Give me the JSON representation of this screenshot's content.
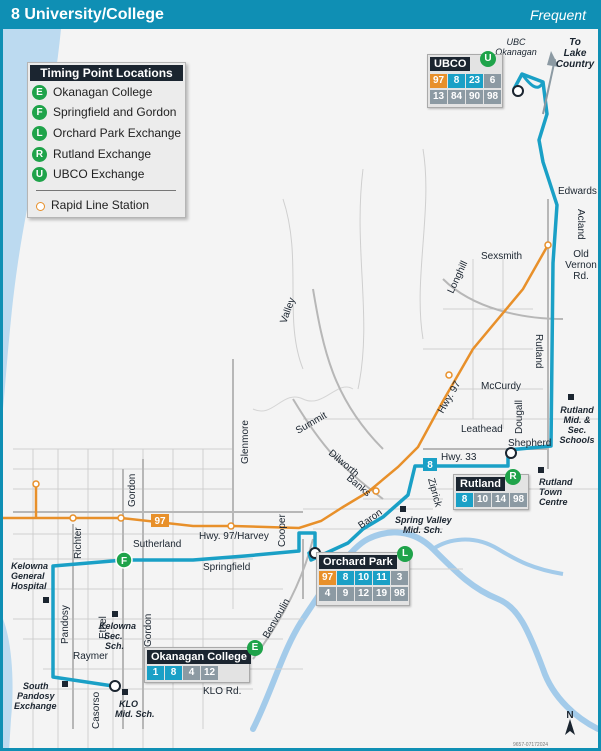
{
  "header": {
    "title": "8 University/College",
    "frequency": "Frequent"
  },
  "legend": {
    "title": "Timing Point Locations",
    "items": [
      {
        "code": "E",
        "label": "Okanagan College"
      },
      {
        "code": "F",
        "label": "Springfield and Gordon"
      },
      {
        "code": "L",
        "label": "Orchard Park Exchange"
      },
      {
        "code": "R",
        "label": "Rutland Exchange"
      },
      {
        "code": "U",
        "label": "UBCO Exchange"
      }
    ],
    "rapid_label": "Rapid Line Station"
  },
  "timing_points": {
    "ubco": {
      "name": "UBCO",
      "code": "U",
      "routes_row1": [
        "97",
        "8",
        "23",
        "6"
      ],
      "routes_row2": [
        "13",
        "84",
        "90",
        "98"
      ]
    },
    "rutland": {
      "name": "Rutland",
      "code": "R",
      "routes_row1": [
        "8",
        "10",
        "14",
        "98"
      ]
    },
    "orchard": {
      "name": "Orchard Park",
      "code": "L",
      "routes_row1": [
        "97",
        "8",
        "10",
        "11",
        "3"
      ],
      "routes_row2": [
        "4",
        "9",
        "12",
        "19",
        "98"
      ]
    },
    "okanagan": {
      "name": "Okanagan College",
      "code": "E",
      "routes_row1": [
        "1",
        "8",
        "4",
        "12"
      ]
    }
  },
  "flags": {
    "springfield": "F"
  },
  "route_colors": {
    "route8": "#1aa0c6",
    "route97": "#e8902a",
    "other": "#8c9aa3",
    "badge": "#1fa34a",
    "lake": "#bcdaf0",
    "creek": "#a3cbea",
    "dark": "#1b2530"
  },
  "map_labels": {
    "ubc_okanagan": [
      "UBC",
      "Okanagan"
    ],
    "to_lake_country": [
      "To",
      "Lake",
      "Country"
    ],
    "edwards": "Edwards",
    "acland": "Acland",
    "old_vernon": [
      "Old",
      "Vernon",
      "Rd."
    ],
    "sexsmith": "Sexsmith",
    "longhill": "Longhill",
    "valley": "Valley",
    "rutland_rd": "Rutland",
    "mccurdy": "McCurdy",
    "hwy97": "Hwy. 97",
    "summit": "Summit",
    "glenmore": "Glenmore",
    "leathead": "Leathead",
    "dougall": "Dougall",
    "rutland_school": [
      "Rutland",
      "Mid. &",
      "Sec.",
      "Schools"
    ],
    "shepherd": "Shepherd",
    "hwy33": "Hwy. 33",
    "dilworth": "Dilworth",
    "banks": "Banks",
    "ziprick": "Ziprick",
    "rutland_centre": [
      "Rutland",
      "Town",
      "Centre"
    ],
    "baron": "Baron",
    "spring_valley": [
      "Spring Valley",
      "Mid. Sch."
    ],
    "gordon_north": "Gordon",
    "route_97_shield": "97",
    "hwy97_harvey": "Hwy. 97/Harvey",
    "cooper": "Cooper",
    "richter": "Richter",
    "sutherland": "Sutherland",
    "springfield": "Springfield",
    "kgh": [
      "Kelowna",
      "General",
      "Hospital"
    ],
    "pandosy": "Pandosy",
    "ethel": "Ethel",
    "kss": [
      "Kelowna",
      "Sec.",
      "Sch."
    ],
    "gordon_south": "Gordon",
    "benvoulin": "Benvoulin",
    "raymer": "Raymer",
    "south_pandosy": [
      "South",
      "Pandosy",
      "Exchange"
    ],
    "casorso": "Casorso",
    "klo_mid": [
      "KLO",
      "Mid. Sch."
    ],
    "klo_rd": "KLO Rd.",
    "route8_shield": "8",
    "north": "N",
    "doc_id": "9657-07172024"
  }
}
